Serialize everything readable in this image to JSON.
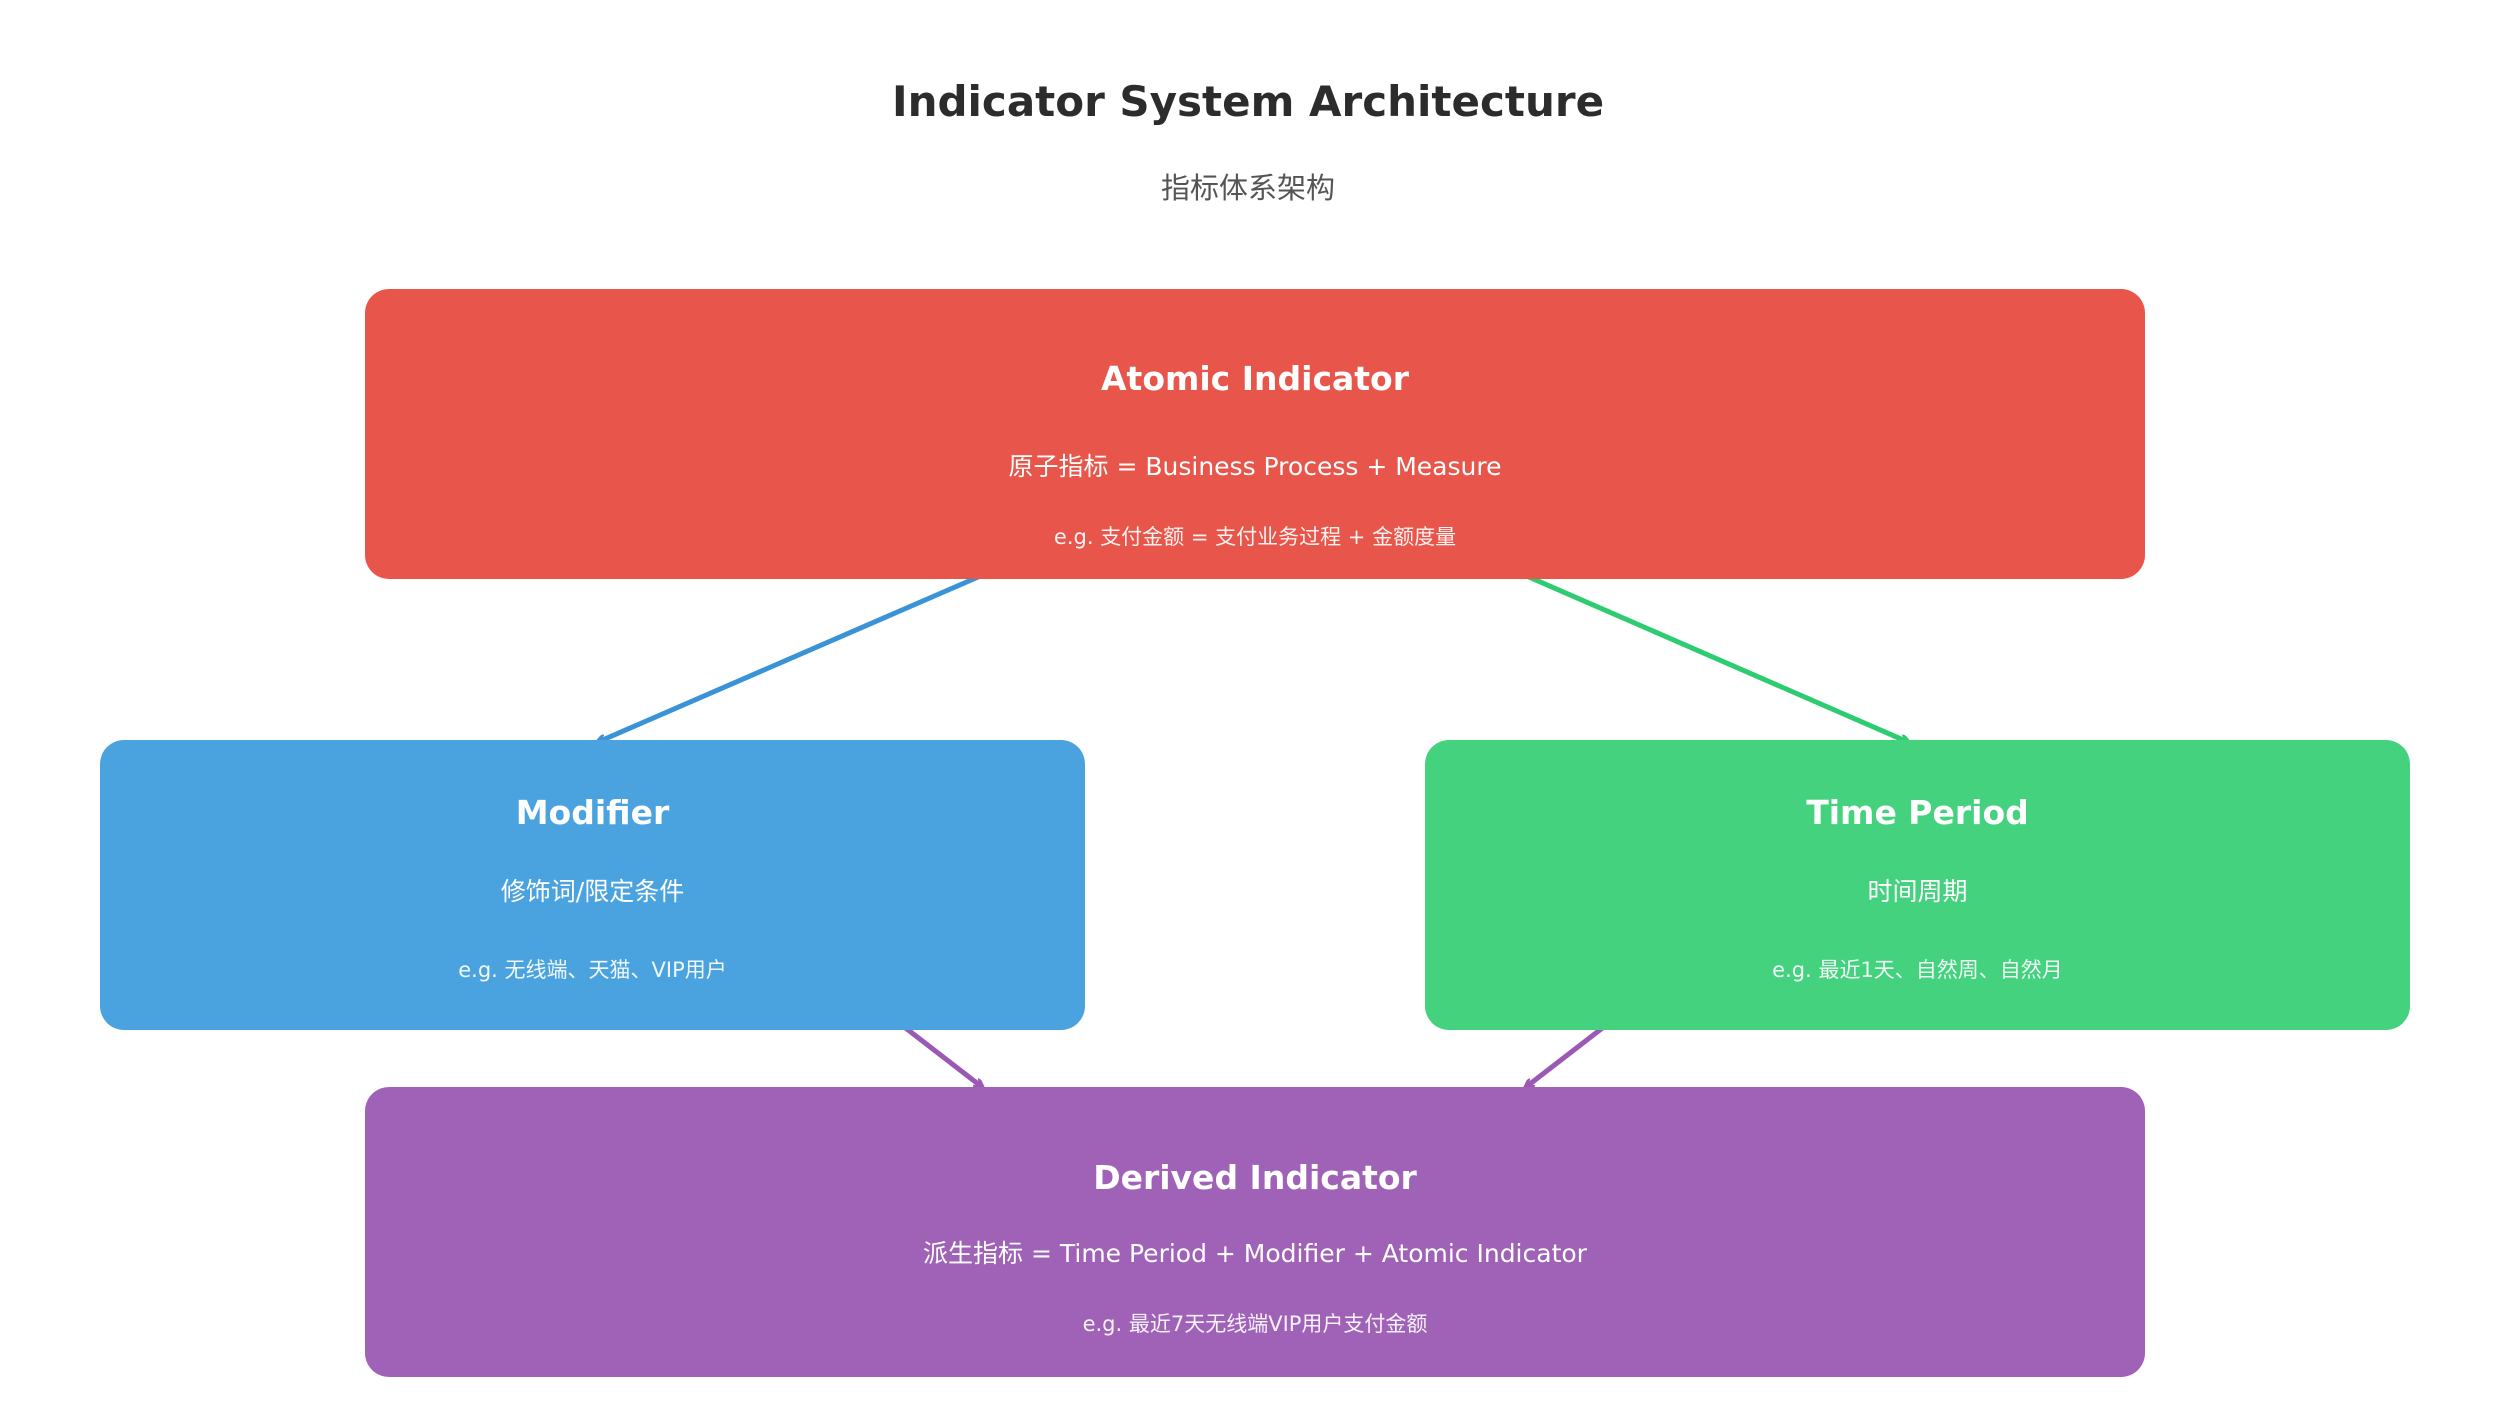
{
  "header": {
    "title": "Indicator System Architecture",
    "subtitle": "指标体系架构"
  },
  "nodes": {
    "atomic": {
      "title": "Atomic Indicator",
      "formula": "原子指标 = Business Process + Measure",
      "example": "e.g. 支付金额 = 支付业务过程 + 金额度量",
      "color": "#e8554a"
    },
    "modifier": {
      "title": "Modifier",
      "formula": "修饰词/限定条件",
      "example": "e.g. 无线端、天猫、VIP用户",
      "color": "#4aa3df"
    },
    "time_period": {
      "title": "Time Period",
      "formula": "时间周期",
      "example": "e.g. 最近1天、自然周、自然月",
      "color": "#44d27f"
    },
    "derived": {
      "title": "Derived Indicator",
      "formula": "派生指标 = Time Period + Modifier + Atomic Indicator",
      "example": "e.g. 最近7天无线端VIP用户支付金额",
      "color": "#9f62b7"
    }
  },
  "edges": [
    {
      "from": "atomic",
      "to": "modifier",
      "color": "#3a93d6"
    },
    {
      "from": "atomic",
      "to": "time_period",
      "color": "#2ecc71"
    },
    {
      "from": "modifier",
      "to": "derived",
      "color": "#9b59b6"
    },
    {
      "from": "time_period",
      "to": "derived",
      "color": "#9b59b6"
    }
  ]
}
